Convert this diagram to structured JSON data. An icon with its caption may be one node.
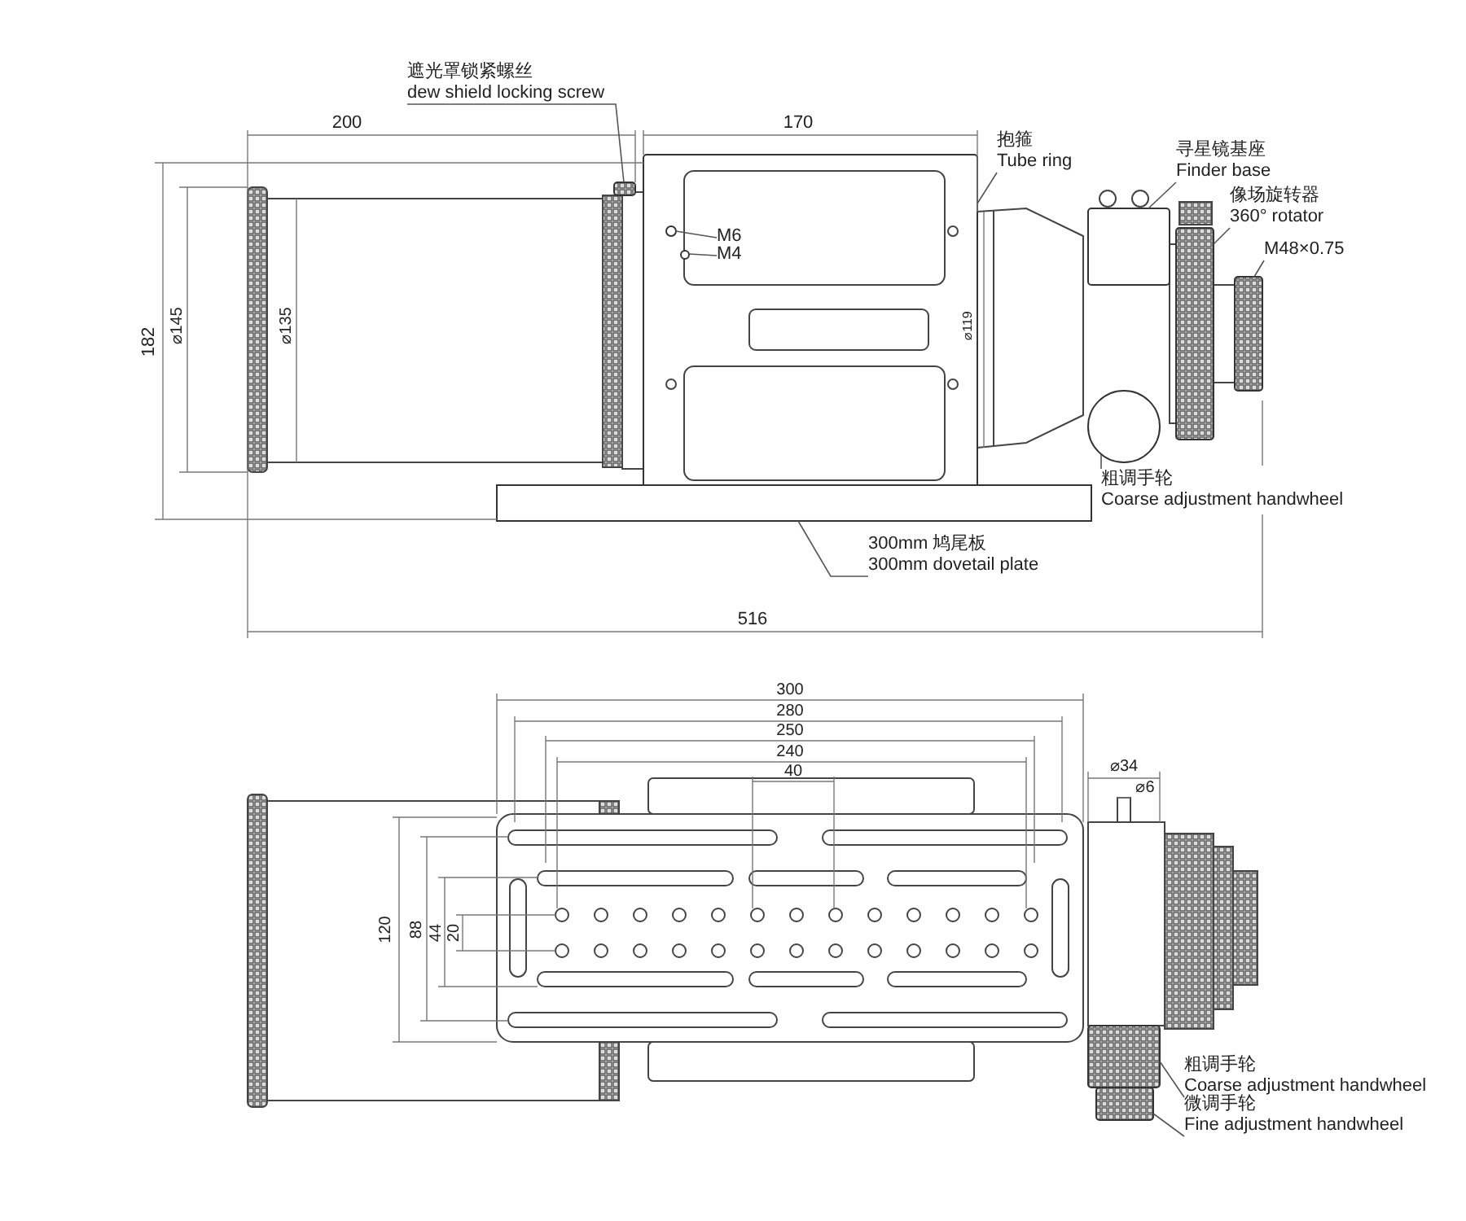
{
  "diagram": {
    "nodes": [
      {
        "text": [
          "遮光罩锁紧螺丝",
          "dew shield locking screw"
        ]
      },
      {
        "text": [],
        "shape": "box"
      },
      {
        "text": [
          "M6"
        ],
        "in": 7
      },
      {
        "text": [],
        "shape": "circle",
        "in": 7
      },
      {
        "text": [
          "M4"
        ],
        "in": 7
      },
      {
        "text": [],
        "shape": "circle",
        "in": 7
      },
      {
        "text": [
          "抱箍",
          "Tube ring"
        ]
      },
      {
        "text": [],
        "shape": "box"
      },
      {
        "text": [
          "寻星镜基座",
          "Finder base"
        ]
      },
      {
        "text": [],
        "shape": "box"
      },
      {
        "text": [
          "像场旋转器",
          "360° rotator"
        ]
      },
      {
        "text": [],
        "shape": "box"
      },
      {
        "text": [
          "M48×0.75"
        ]
      },
      {
        "text": [],
        "shape": "box"
      },
      {
        "text": [
          "粗调手轮",
          "Coarse adjustment handwheel"
        ]
      },
      {
        "text": [],
        "shape": "circle"
      },
      {
        "text": [
          "300mm 鸠尾板",
          "300mm dovetail plate"
        ]
      },
      {
        "text": [],
        "shape": "bar"
      },
      {
        "text": [
          "粗调手轮",
          "Coarse adjustment handwheel"
        ]
      },
      {
        "text": [],
        "shape": "box"
      },
      {
        "text": [
          "微调手轮",
          "Fine adjustment handwheel"
        ]
      },
      {
        "text": [],
        "shape": "box"
      }
    ],
    "edges": [
      {
        "from": 0,
        "to": 1,
        "arrow": "none"
      },
      {
        "from": 2,
        "to": 3,
        "arrow": "none"
      },
      {
        "from": 4,
        "to": 5,
        "arrow": "none"
      },
      {
        "from": 6,
        "to": 7,
        "arrow": "none"
      },
      {
        "from": 8,
        "to": 9,
        "arrow": "none"
      },
      {
        "from": 10,
        "to": 11,
        "arrow": "none"
      },
      {
        "from": 12,
        "to": 13,
        "arrow": "none"
      },
      {
        "from": 14,
        "to": 15,
        "arrow": "none"
      },
      {
        "from": 16,
        "to": 17,
        "arrow": "none"
      },
      {
        "from": 18,
        "to": 19,
        "arrow": "none"
      },
      {
        "from": 20,
        "to": 21,
        "arrow": "none"
      }
    ],
    "labels": [
      "200",
      "170",
      "182",
      "⌀145",
      "⌀135",
      "⌀119",
      "516",
      "300",
      "280",
      "250",
      "240",
      "40",
      "⌀34",
      "⌀6",
      "120",
      "88",
      "44",
      "20"
    ]
  }
}
